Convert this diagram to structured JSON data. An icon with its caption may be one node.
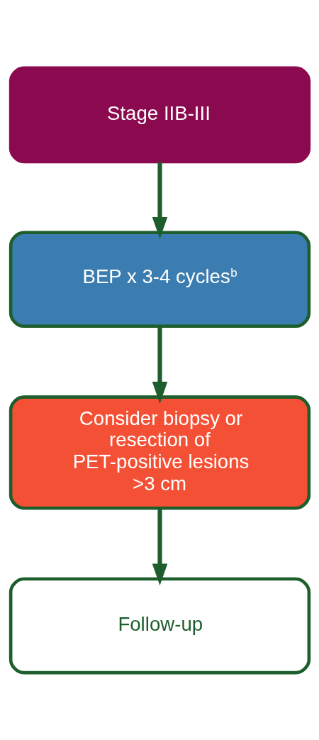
{
  "diagram": {
    "nodes": [
      {
        "text": [
          "Stage IIB-III"
        ]
      },
      {
        "text": [
          "BEP x 3-4 cycles$^{b}$"
        ]
      },
      {
        "text": [
          "Consider biopsy or resection of PET-positive lesions >3 cm"
        ]
      },
      {
        "text": [
          "Follow-up"
        ]
      }
    ],
    "edges": [
      {
        "from": 0,
        "to": 1,
        "arrow": "to"
      },
      {
        "from": 1,
        "to": 2,
        "arrow": "to"
      },
      {
        "from": 2,
        "to": 3,
        "arrow": "to"
      }
    ]
  }
}
